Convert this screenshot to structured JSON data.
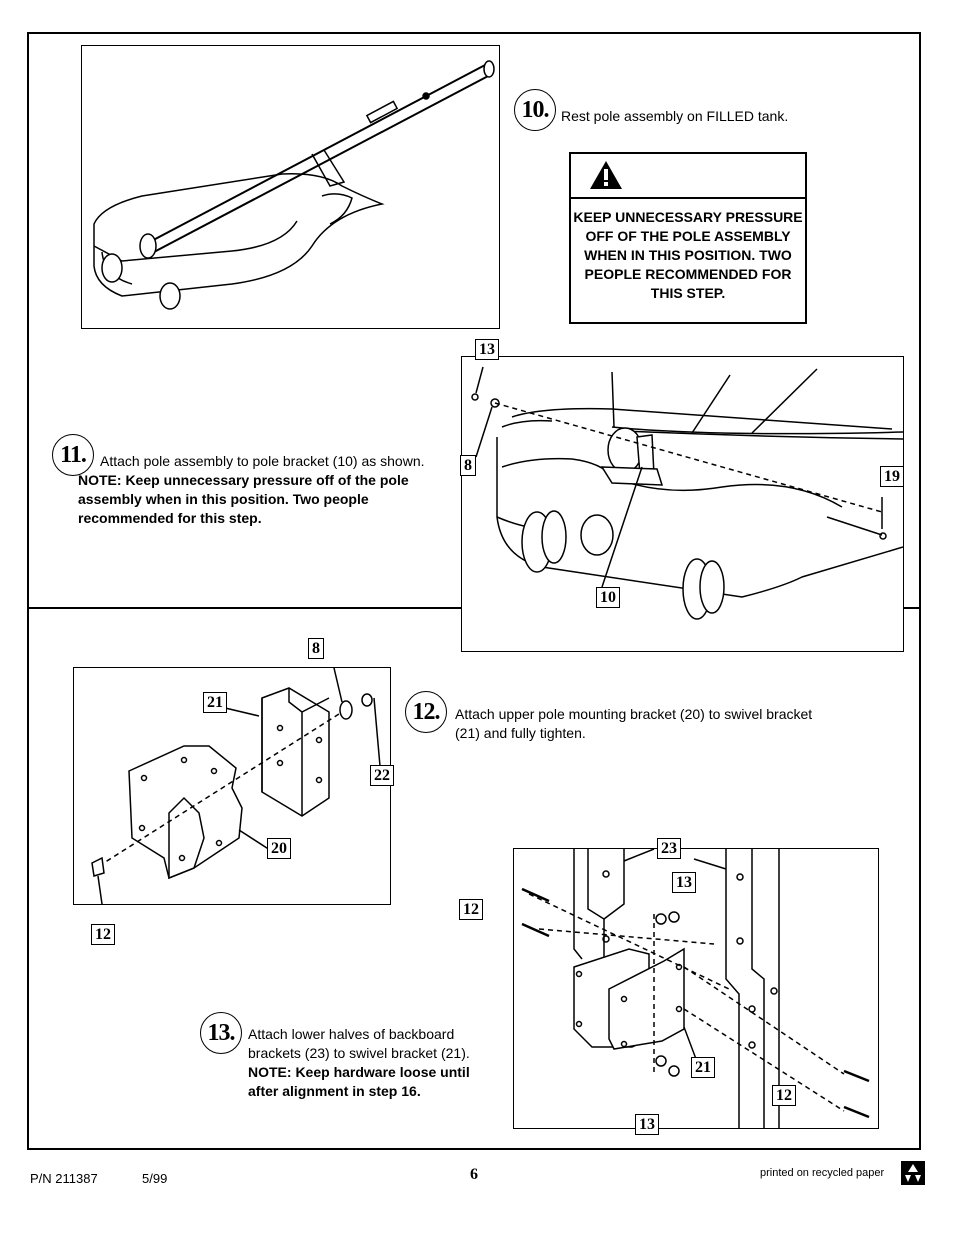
{
  "steps": {
    "s10": {
      "number": "10.",
      "text": "Rest pole assembly on FILLED tank."
    },
    "s11": {
      "number": "11.",
      "text": "Attach pole assembly to pole bracket (10) as shown.",
      "note": "NOTE: Keep unnecessary pressure off of the pole assembly when in this position.  Two people recommended for this step."
    },
    "s12": {
      "number": "12.",
      "text": "Attach upper pole mounting bracket (20) to swivel bracket (21) and fully tighten."
    },
    "s13": {
      "number": "13.",
      "text": "Attach lower halves of backboard brackets (23) to swivel bracket (21).",
      "note": "NOTE: Keep hardware loose until after alignment in step 16."
    }
  },
  "warning": {
    "icon": "warning-triangle-icon",
    "text": "KEEP UNNECESSARY PRESSURE OFF OF THE POLE ASSEMBLY WHEN IN THIS POSITION.  TWO PEOPLE RECOMMENDED FOR THIS STEP."
  },
  "callouts": {
    "fig2": [
      "13",
      "8",
      "19",
      "10"
    ],
    "fig3": [
      "8",
      "21",
      "22",
      "20",
      "12"
    ],
    "fig4": [
      "23",
      "13",
      "12",
      "21",
      "12",
      "13"
    ]
  },
  "footer": {
    "part_number": "P/N 211387",
    "date": "5/99",
    "page": "6",
    "recycled": "printed on recycled paper",
    "recycle_icon": "recycle-logo-icon"
  }
}
